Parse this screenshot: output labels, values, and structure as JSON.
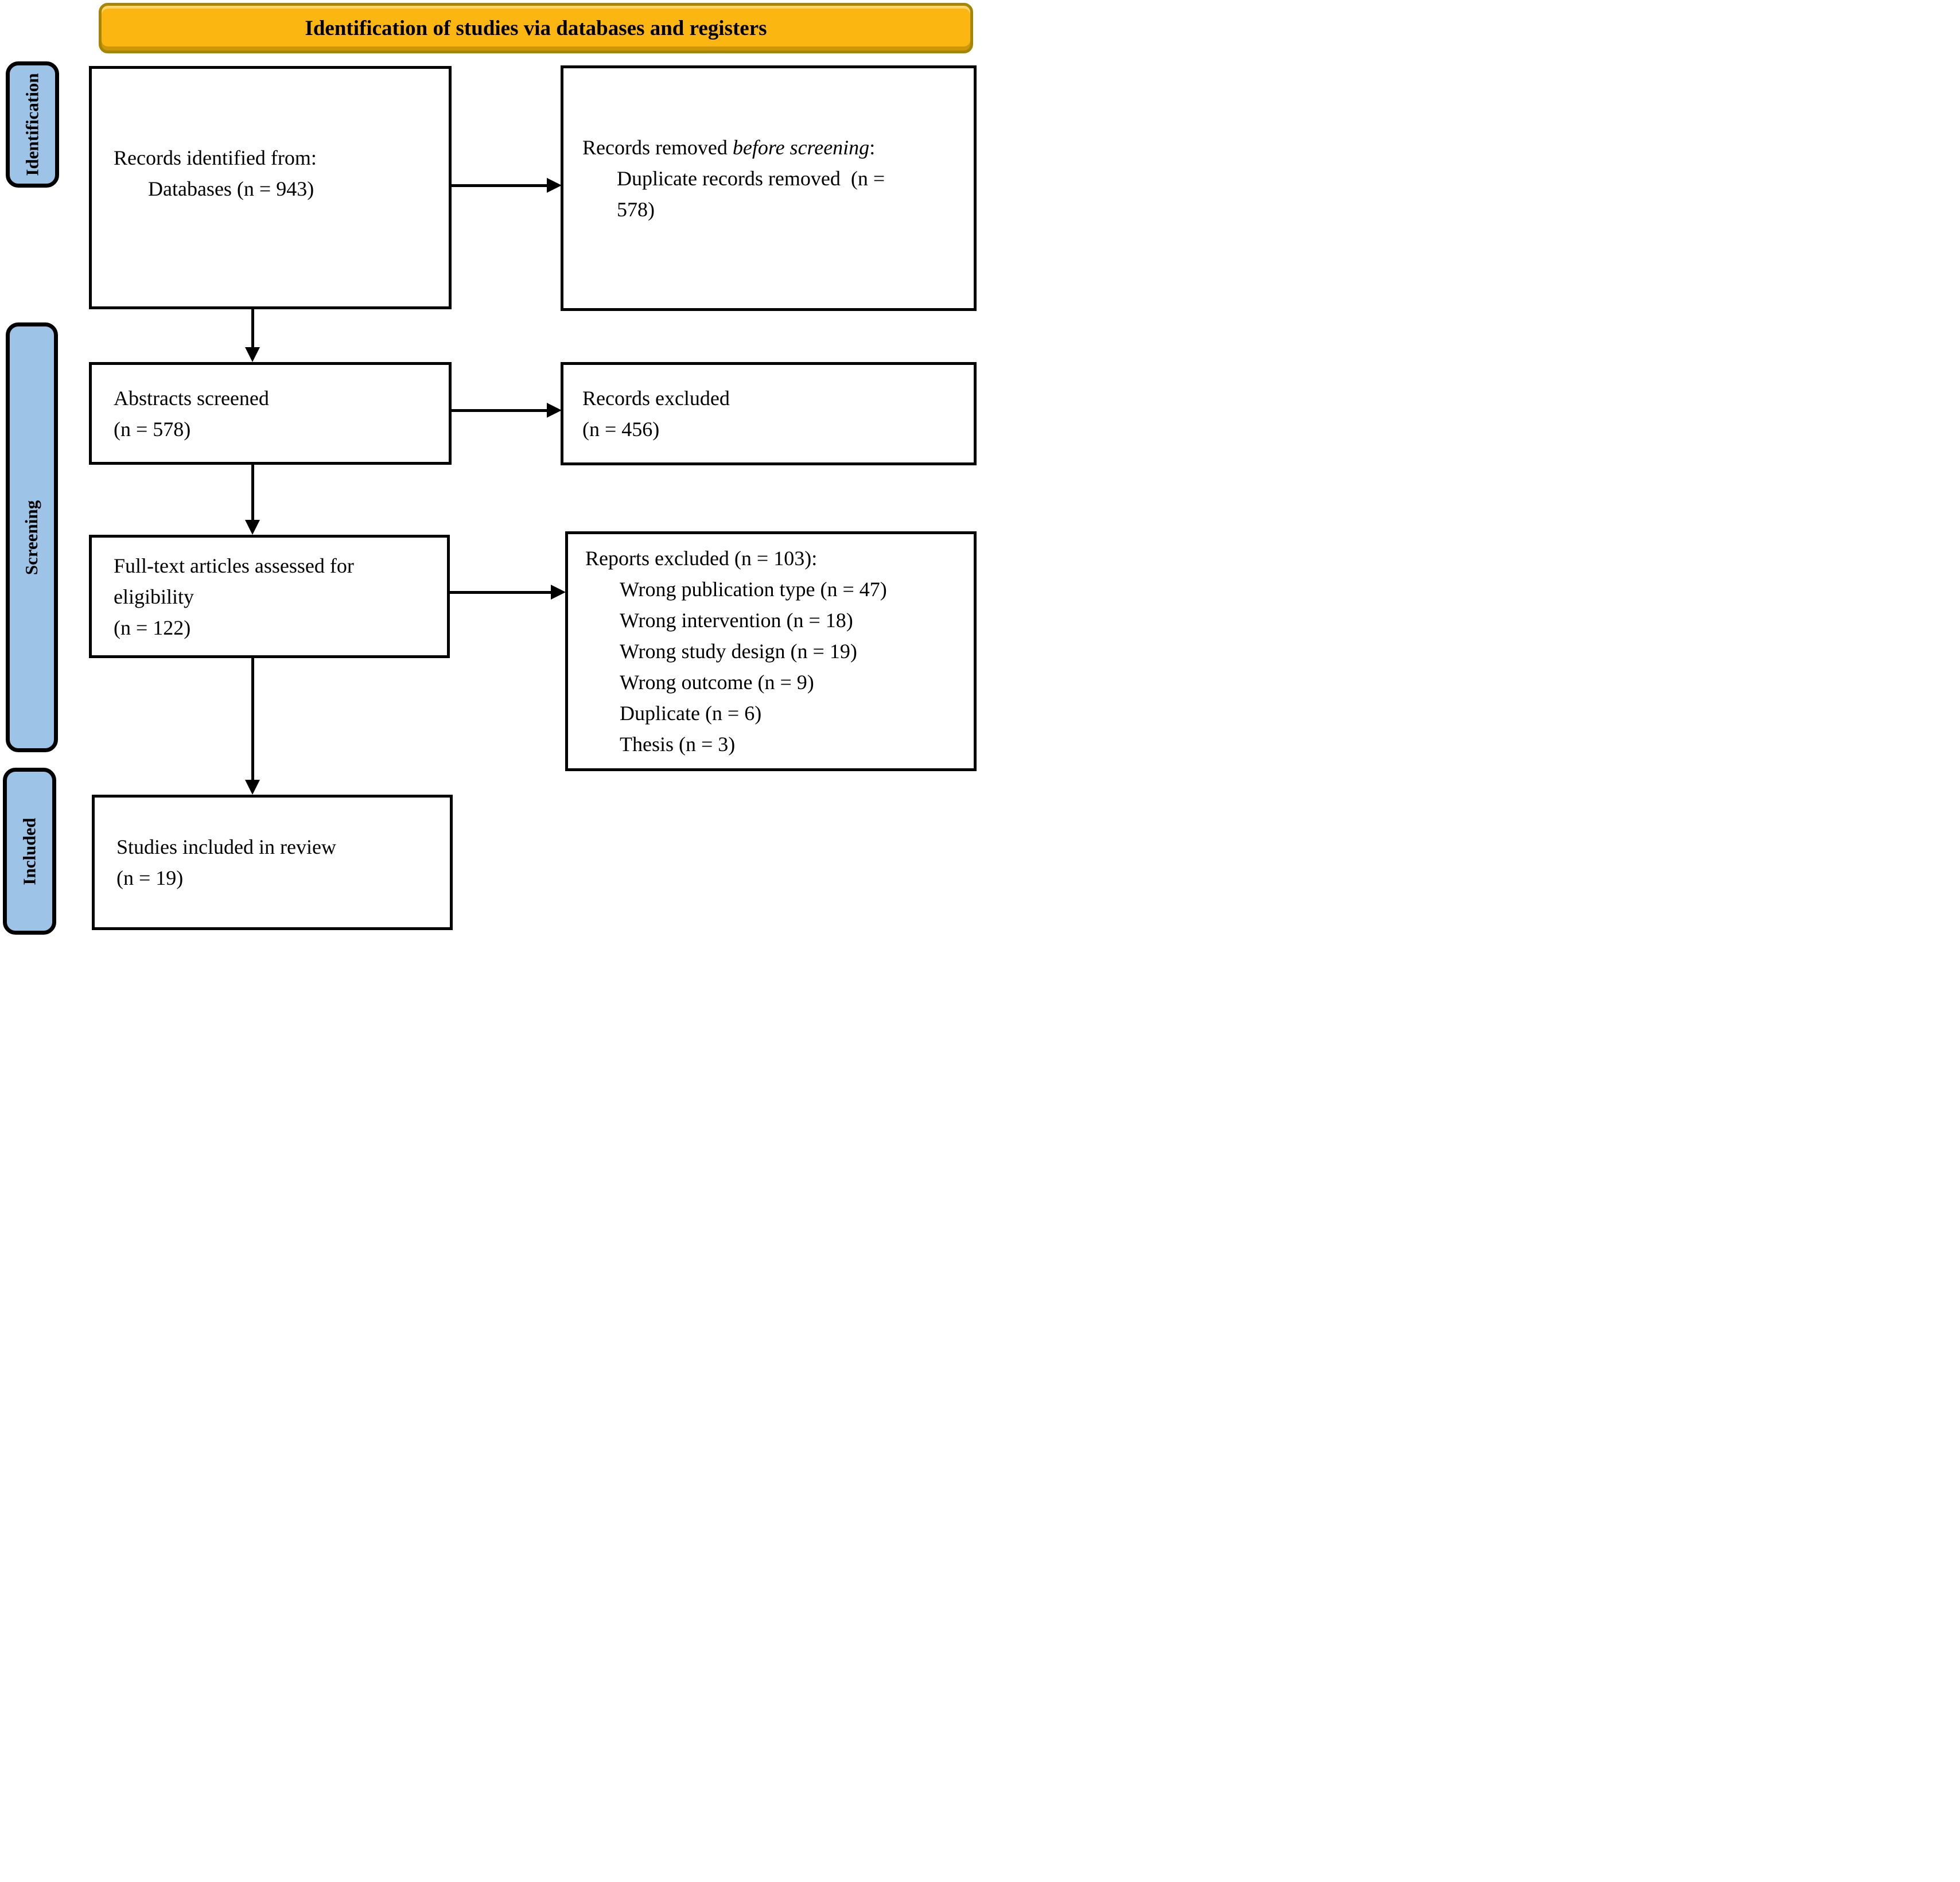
{
  "banner": {
    "title": "Identification of studies via databases and registers"
  },
  "stages": {
    "identification": "Identification",
    "screening": "Screening",
    "included": "Included"
  },
  "boxes": {
    "records_identified": {
      "line1": "Records identified from:",
      "line2": "Databases (n = 943)"
    },
    "records_removed": {
      "line1_normal": "Records removed ",
      "line1_italic": "before screening",
      "line1_suffix": ":",
      "line2": "Duplicate records removed  (n =",
      "line3": "578)"
    },
    "abstracts_screened": {
      "line1": "Abstracts screened",
      "line2": "(n = 578)"
    },
    "records_excluded": {
      "line1": "Records excluded",
      "line2": "(n = 456)"
    },
    "fulltext_assessed": {
      "line1": "Full-text articles assessed for",
      "line2": "eligibility",
      "line3": "(n = 122)"
    },
    "reports_excluded": {
      "title": "Reports excluded (n = 103):",
      "items": [
        "Wrong publication type (n = 47)",
        "Wrong intervention (n = 18)",
        "Wrong study design (n = 19)",
        "Wrong outcome (n = 9)",
        "Duplicate (n = 6)",
        "Thesis (n = 3)"
      ]
    },
    "studies_included": {
      "line1": "Studies included in review",
      "line2": "(n = 19)"
    }
  },
  "colors": {
    "banner_fill": "#FBB612",
    "banner_border": "#A68600",
    "stage_fill": "#9DC3E6",
    "stage_border": "#000000",
    "box_border": "#000000",
    "arrow": "#000000",
    "text": "#000000"
  }
}
